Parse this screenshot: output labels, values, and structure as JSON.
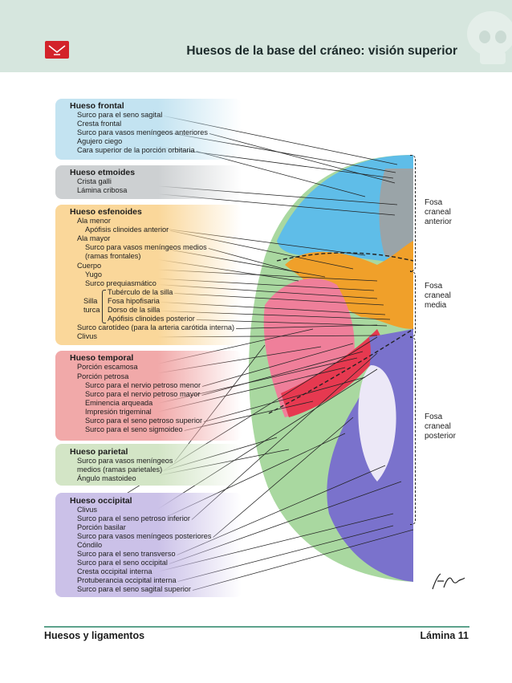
{
  "page_title": "Huesos de la base del cráneo: visión superior",
  "header_icon": "book-icon",
  "colors": {
    "header_bg": "#d6e6de",
    "frontal": "#c3e3f1",
    "etmoides": "#cdd0d2",
    "esfenoides": "#fad79a",
    "temporal": "#f1a9a9",
    "parietal": "#d3e5c6",
    "occipital": "#cbc1e8",
    "footer_rule": "#5da28c"
  },
  "groups": {
    "frontal": {
      "title": "Hueso frontal",
      "items": [
        "Surco para el seno sagital",
        "Cresta frontal",
        "Surco para vasos meníngeos anteriores",
        "Agujero ciego",
        "Cara superior de la porción orbitaria"
      ]
    },
    "etmoides": {
      "title": "Hueso etmoides",
      "items": [
        "Crista galli",
        "Lámina cribosa"
      ]
    },
    "esfenoides": {
      "title": "Hueso esfenoides",
      "items": [
        "Ala menor",
        "Apófisis clinoides anterior",
        "Ala mayor",
        "Surco para vasos meníngeos medios",
        "(ramas frontales)",
        "Cuerpo",
        "Yugo",
        "Surco prequiasmático",
        "Tubérculo de la silla",
        "Fosa hipofisaria",
        "Dorso de la silla",
        "Apófisis clinoides posterior",
        "Surco carotídeo (para la arteria carótida interna)",
        "Clivus"
      ],
      "silla_turca": [
        "Silla",
        "turca"
      ]
    },
    "temporal": {
      "title": "Hueso temporal",
      "items": [
        "Porción escamosa",
        "Porción petrosa",
        "Surco para el nervio petroso menor",
        "Surco para el nervio petroso mayor",
        "Eminencia arqueada",
        "Impresión trigeminal",
        "Surco para el seno petroso superior",
        "Surco para el seno sigmoideo"
      ]
    },
    "parietal": {
      "title": "Hueso parietal",
      "items": [
        "Surco para vasos meníngeos",
        "medios (ramas parietales)",
        "Ángulo mastoideo"
      ]
    },
    "occipital": {
      "title": "Hueso occipital",
      "items": [
        "Clivus",
        "Surco para el seno petroso inferior",
        "Porción basilar",
        "Surco para vasos meníngeos posteriores",
        "Cóndilo",
        "Surco para el seno transverso",
        "Surco para el seno occipital",
        "Cresta occipital interna",
        "Protuberancia occipital interna",
        "Surco para el seno sagital superior"
      ]
    }
  },
  "fossae": [
    {
      "lines": [
        "Fosa",
        "craneal",
        "anterior"
      ]
    },
    {
      "lines": [
        "Fosa",
        "craneal",
        "media"
      ]
    },
    {
      "lines": [
        "Fosa",
        "craneal",
        "posterior"
      ]
    }
  ],
  "footer": {
    "left": "Huesos y ligamentos",
    "right": "Lámina 11"
  }
}
